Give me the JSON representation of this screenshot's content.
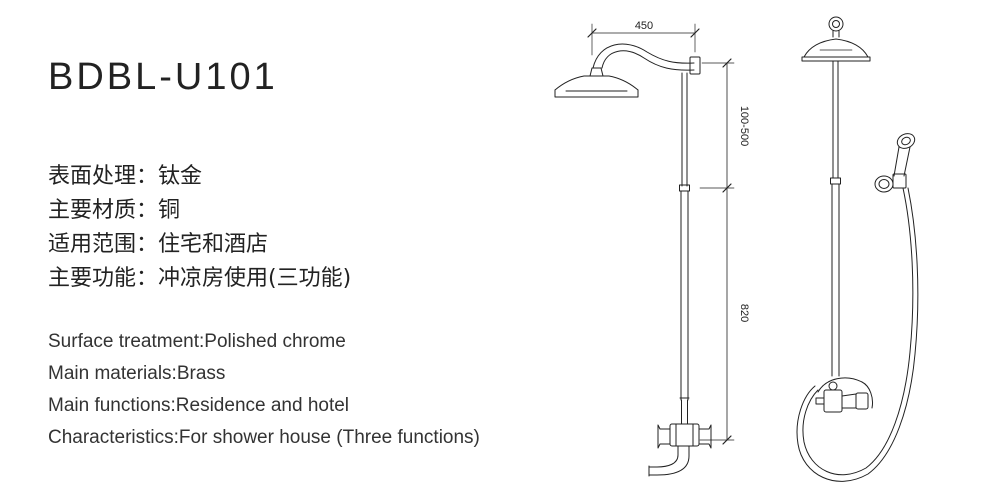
{
  "product": {
    "model": "BDBL-U101"
  },
  "specs_cn": [
    {
      "label": "表面处理：",
      "value": "钛金"
    },
    {
      "label": "主要材质：",
      "value": "铜"
    },
    {
      "label": "适用范围：",
      "value": "住宅和酒店"
    },
    {
      "label": "主要功能：",
      "value": "冲凉房使用(三功能)"
    }
  ],
  "specs_en": [
    {
      "label": "Surface treatment:",
      "value": "Polished chrome"
    },
    {
      "label": "Main materials:",
      "value": "Brass"
    },
    {
      "label": "Main functions:",
      "value": "Residence and hotel"
    },
    {
      "label": "Characteristics:",
      "value": "For shower house (Three functions)"
    }
  ],
  "dimensions": {
    "arm_width": "450",
    "head_drop": "100-500",
    "riser_height": "820"
  },
  "colors": {
    "line": "#222222"
  }
}
